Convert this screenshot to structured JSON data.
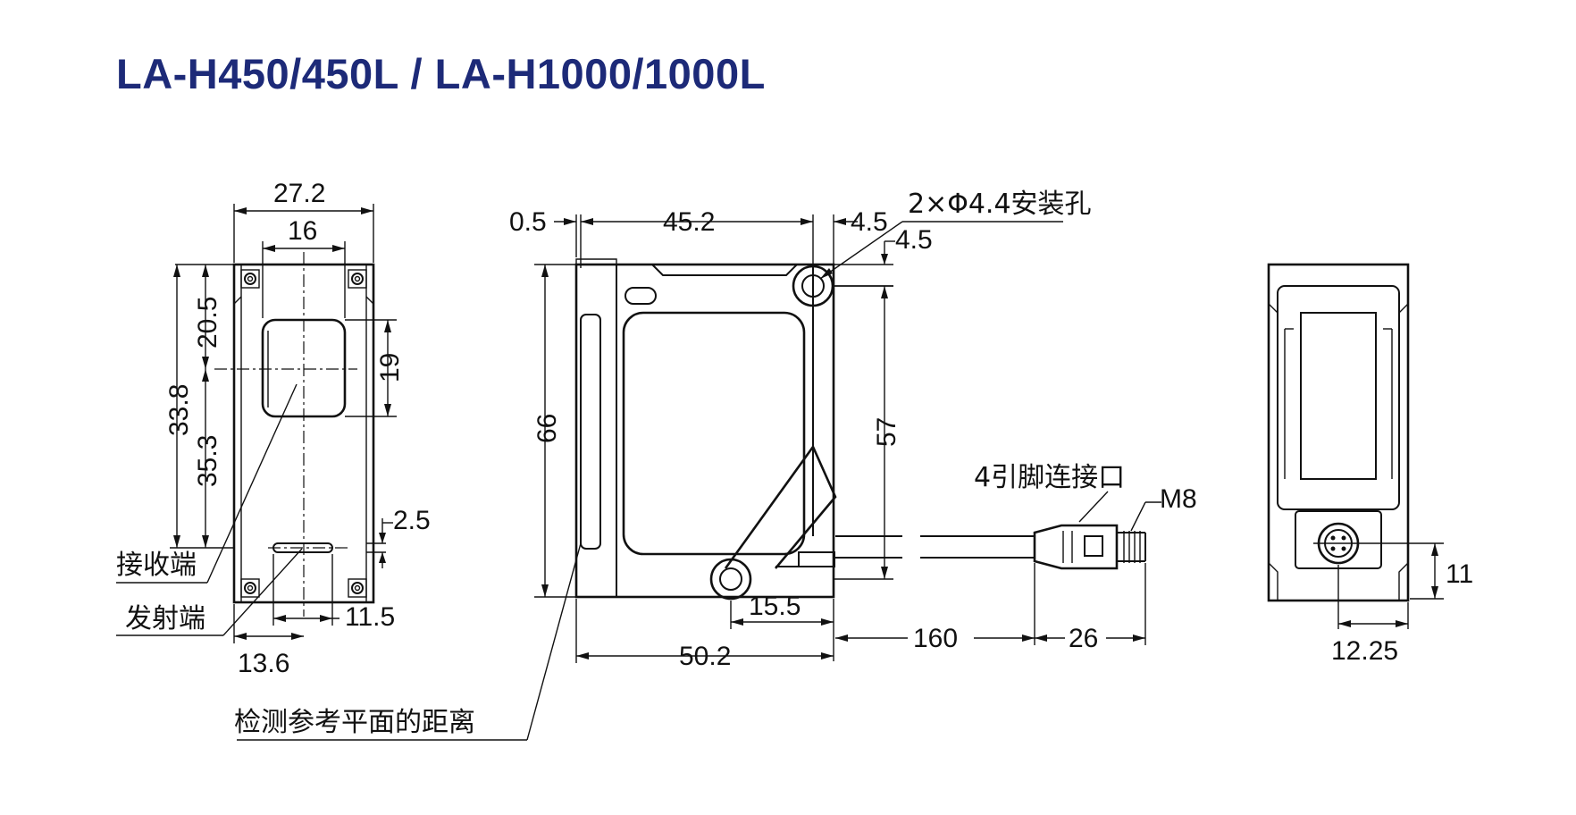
{
  "title": "LA-H450/450L / LA-H1000/1000L",
  "colors": {
    "title": "#1d2a78",
    "line": "#111111",
    "background": "#ffffff"
  },
  "dimensions": {
    "front_width": "27.2",
    "front_inner_width": "16",
    "front_top_to_center": "20.5",
    "front_center_to_receiver_bottom": "19",
    "front_top_to_hole": "33.8",
    "front_center_to_emitter": "35.3",
    "front_emitter_offset": "2.5",
    "front_emitter_width": "11.5",
    "front_center_offset": "13.6",
    "side_lip": "0.5",
    "side_width": "45.2",
    "side_hole_x": "4.5",
    "side_hole_y": "4.5",
    "side_height": "66",
    "side_hole_spacing": "57",
    "side_bottom_hole": "15.5",
    "side_total_width": "50.2",
    "cable_length": "160",
    "connector_length": "26",
    "connector_thread": "M8",
    "back_connector_height": "11",
    "back_connector_offset": "12.25"
  },
  "labels": {
    "mounting_hole": "2×Φ4.4安装孔",
    "connector": "4引脚连接口",
    "receiver": "接收端",
    "emitter": "发射端",
    "reference_plane": "检测参考平面的距离"
  }
}
